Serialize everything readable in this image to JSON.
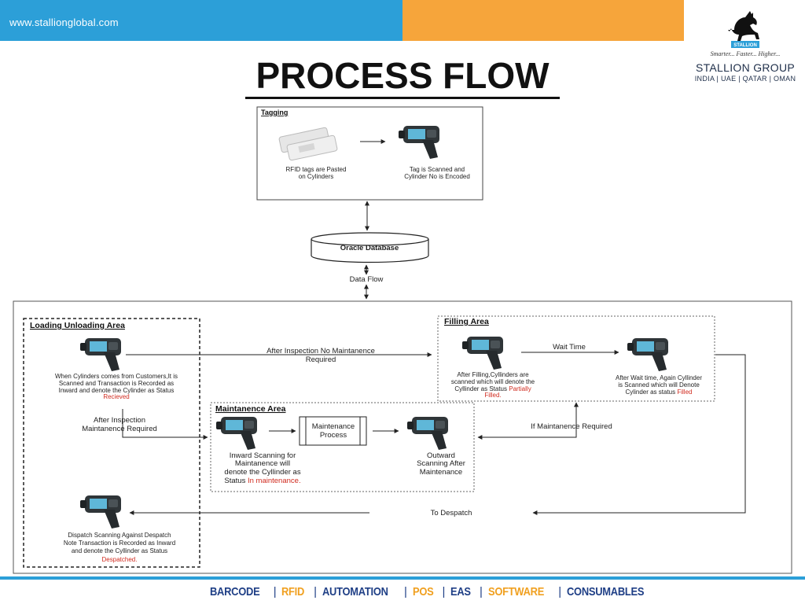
{
  "header": {
    "url": "www.stallionglobal.com",
    "logo": {
      "badge_text": "STALLION",
      "tagline": "Smarter... Faster... Higher...",
      "name": "STALLION GROUP",
      "countries": "INDIA | UAE | QATAR | OMAN"
    }
  },
  "title": "PROCESS FLOW",
  "diagram": {
    "tagging": {
      "title": "Tagging",
      "step1": [
        "RFID tags are Pasted",
        "on Cylinders"
      ],
      "step2": [
        "Tag is Scanned and",
        "Cylinder No is Encoded"
      ]
    },
    "database": "Oracle Database",
    "data_flow": "Data Flow",
    "loading_area": {
      "title": "Loading Unloading Area",
      "received_text": [
        "When Cylinders comes from Customers,It is",
        "Scanned and Transaction is Recorded as",
        "Inward and denote the Cylinder as Status"
      ],
      "received_status": "Recieved",
      "dispatch_text": [
        "Dispatch Scanning Against Despatch",
        "Note Transaction is Recorded as Inward",
        "and denote the Cyllinder as Status"
      ],
      "dispatch_status": "Despatched."
    },
    "filling_area": {
      "title": "Filling Area",
      "filled_text": [
        "After Filling,Cyllinders are",
        "scanned which will denote the"
      ],
      "filled_text_3": "Cyllinder as Status ",
      "filled_status_1": "Partially",
      "filled_status_2": "Filled.",
      "wait_text": [
        "After Wait time, Again Cyllinder",
        "is Scanned which will Denote"
      ],
      "wait_text_3": "Cylinder as status ",
      "wait_status": "Filled"
    },
    "maintenance_area": {
      "title": "Maintanence Area",
      "inward_text": [
        "Inward Scanning for",
        "Maintanence will",
        "denote the Cyllinder as"
      ],
      "inward_text_4": "Status ",
      "inward_status": "In maintenance.",
      "process": [
        "Maintenance",
        "Process"
      ],
      "outward_text": [
        "Outward",
        "Scanning After",
        "Maintenance"
      ]
    },
    "arrows": {
      "no_maintenance": [
        "After Inspection No Maintanence",
        "Required"
      ],
      "maintenance_required": [
        "After Inspection",
        "Maintanence Required"
      ],
      "wait_time": "Wait Time",
      "if_maintenance": "If Maintanence Required",
      "to_despatch": "To Despatch"
    }
  },
  "footer": {
    "items": [
      {
        "label": "BARCODE",
        "color": "#1f3f86"
      },
      {
        "label": "RFID",
        "color": "#f0a020"
      },
      {
        "label": "AUTOMATION",
        "color": "#1f3f86"
      },
      {
        "label": "POS",
        "color": "#f0a020"
      },
      {
        "label": "EAS",
        "color": "#1f3f86"
      },
      {
        "label": "SOFTWARE",
        "color": "#f0a020"
      },
      {
        "label": "CONSUMABLES",
        "color": "#1f3f86"
      }
    ]
  }
}
